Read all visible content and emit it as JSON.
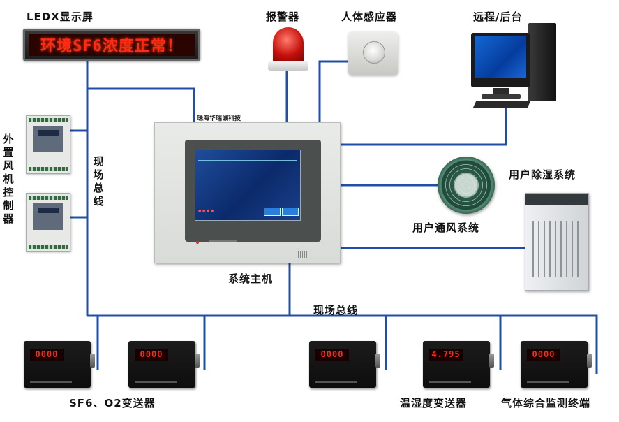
{
  "led_display": {
    "label": "LEDX显示屏",
    "message": "环境SF6浓度正常！"
  },
  "alarm": {
    "label": "报警器"
  },
  "human_sensor": {
    "label": "人体感应器"
  },
  "remote": {
    "label": "远程/后台"
  },
  "fan_controller": {
    "label": "外置风机控制器"
  },
  "field_bus_vertical": {
    "label": "现场总线"
  },
  "field_bus_horizontal": {
    "label": "现场总线"
  },
  "host": {
    "label": "系统主机",
    "brand": "珠海华瑞诚科技"
  },
  "ventilation": {
    "label": "用户通风系统"
  },
  "dehumidifier": {
    "label": "用户除湿系统"
  },
  "transmitters": {
    "sf6_o2_label": "SF6、O2变送器",
    "temp_humidity_label": "温湿度变送器",
    "gas_terminal_label": "气体综合监测终端",
    "readouts": [
      "0000",
      "0000",
      "0000",
      "4.795",
      "0000"
    ]
  },
  "colors": {
    "bus": "#1f4fa6",
    "led_text": "#ff2b12"
  }
}
